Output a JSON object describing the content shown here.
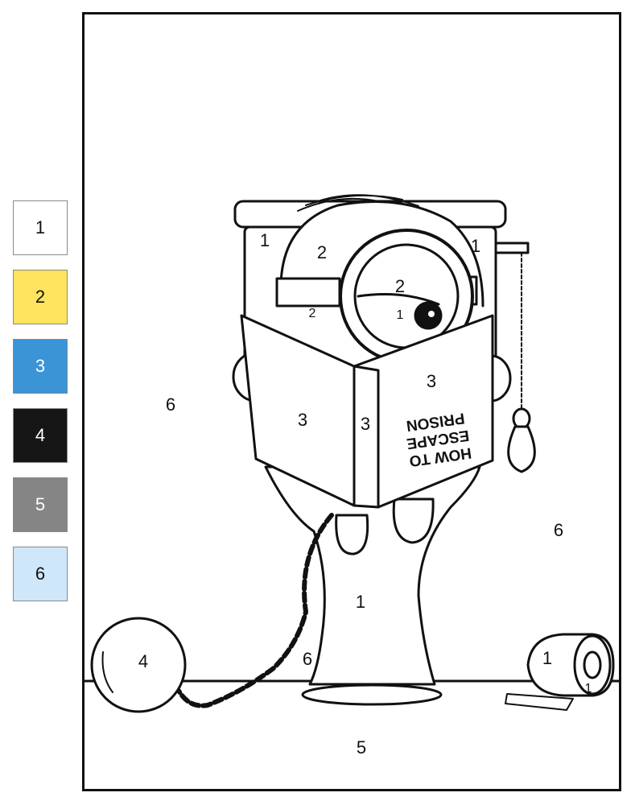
{
  "legend": [
    {
      "number": "1",
      "color": "#ffffff",
      "text_color": "#111111"
    },
    {
      "number": "2",
      "color": "#fde35e",
      "text_color": "#111111"
    },
    {
      "number": "3",
      "color": "#3a94d6",
      "text_color": "#ffffff"
    },
    {
      "number": "4",
      "color": "#161616",
      "text_color": "#ffffff"
    },
    {
      "number": "5",
      "color": "#858585",
      "text_color": "#ffffff"
    },
    {
      "number": "6",
      "color": "#cfe7fa",
      "text_color": "#111111"
    }
  ],
  "book": {
    "title_lines": [
      "HOW TO",
      "ESCAPE",
      "PRISON"
    ]
  },
  "region_labels": {
    "tank_left": "1",
    "tank_right": "1",
    "head_top": "2",
    "goggle_face": "2",
    "goggle_left": "2",
    "eye_white": "1",
    "book_right_page": "3",
    "book_left_page": "3",
    "book_spine": "3",
    "wall_left": "6",
    "wall_right": "6",
    "toilet_base": "1",
    "wall_mid": "6",
    "ball": "4",
    "paper_roll": "1",
    "paper_hole": "1",
    "floor": "5"
  }
}
